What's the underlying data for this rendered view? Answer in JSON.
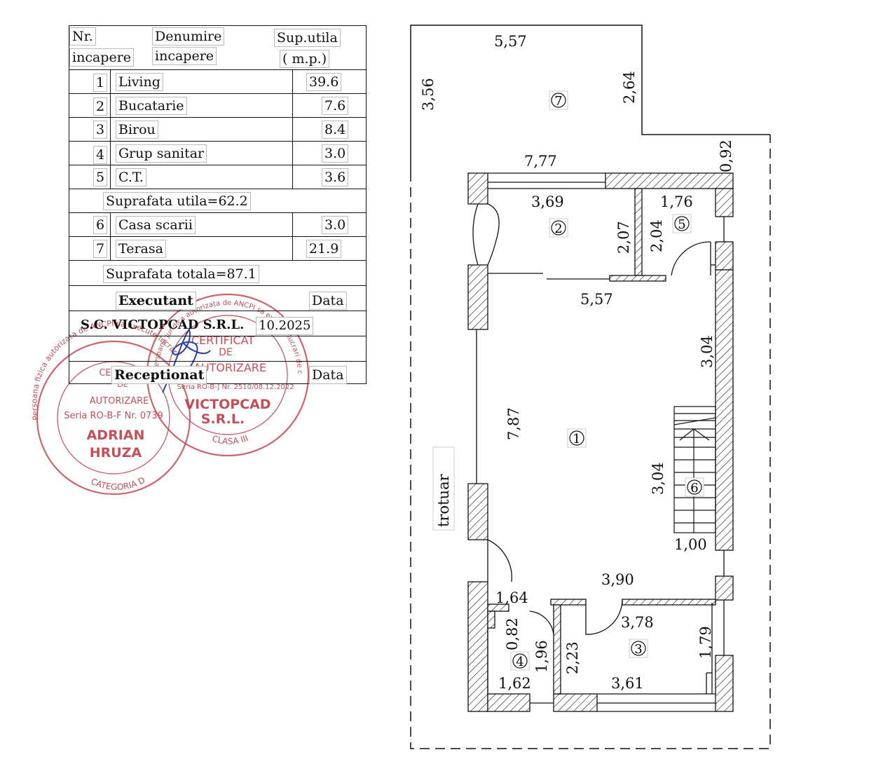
{
  "table": {
    "headers": {
      "nr_line1": "Nr.",
      "nr_line2": "incapere",
      "name_line1": "Denumire",
      "name_line2": "incapere",
      "area_line1": "Sup.utila",
      "area_line2": "( m.p.)"
    },
    "rooms_group1": [
      {
        "nr": "1",
        "name": "Living",
        "area": "39.6"
      },
      {
        "nr": "2",
        "name": "Bucatarie",
        "area": "7.6"
      },
      {
        "nr": "3",
        "name": "Birou",
        "area": "8.4"
      },
      {
        "nr": "4",
        "name": "Grup sanitar",
        "area": "3.0"
      },
      {
        "nr": "5",
        "name": "C.T.",
        "area": "3.6"
      }
    ],
    "useful_total": "Suprafata utila=62.2",
    "rooms_group2": [
      {
        "nr": "6",
        "name": "Casa scarii",
        "area": "3.0"
      },
      {
        "nr": "7",
        "name": "Terasa",
        "area": "21.9"
      }
    ],
    "grand_total": "Suprafata totala=87.1",
    "executant_label": "Executant",
    "date_label": "Data",
    "executant_name": "S.C. VICTOPCAD S.R.L.",
    "executant_date": "10.2025",
    "receptionat_label": "Receptionat",
    "receptionat_date_label": "Data"
  },
  "stamps": {
    "stamp1": {
      "top": "Persoana fizica autorizata de ANCPI sa execute lucrari",
      "l1": "CERTIFICAT",
      "l2": "DE",
      "l3": "AUTORIZARE",
      "l4": "Seria RO-B-F Nr. 0739",
      "name1": "ADRIAN",
      "name2": "HRUZA",
      "bottom": "CATEGORIA D"
    },
    "stamp2": {
      "top": "Persoana juridica autorizata de ANCPI sa execute lucrari de cadastru, geodezie si cartografie",
      "l1": "CERTIFICAT",
      "l2": "DE",
      "l3": "AUTORIZARE",
      "l4": "Seria RO-B-J Nr. 2510/08.12.2022",
      "name1": "VICTOPCAD",
      "name2": "S.R.L.",
      "bottom": "CLASA III"
    }
  },
  "plan": {
    "dims": {
      "terrace_width": "5,57",
      "terrace_height": "3,56",
      "terrace_right": "2,64",
      "house_width": "7,77",
      "offset": "0,92",
      "kitchen_width": "3,69",
      "kitchen_height": "2,07",
      "ct_width": "1,76",
      "ct_height": "2,04",
      "living_width": "5,57",
      "living_length": "7,87",
      "right_upper": "3,04",
      "stair_len": "3,04",
      "stair_width": "1,00",
      "office_top": "3,90",
      "office_width": "3,78",
      "office_height": "1,79",
      "office_bottom": "3,61",
      "office_left": "2,23",
      "bath_top": "1,64",
      "bath_left": "0,82",
      "bath_right": "1,96",
      "bath_bottom": "1,62"
    },
    "room_labels": [
      "1",
      "2",
      "3",
      "4",
      "5",
      "6",
      "7"
    ],
    "sidewalk_label": "trotuar"
  }
}
